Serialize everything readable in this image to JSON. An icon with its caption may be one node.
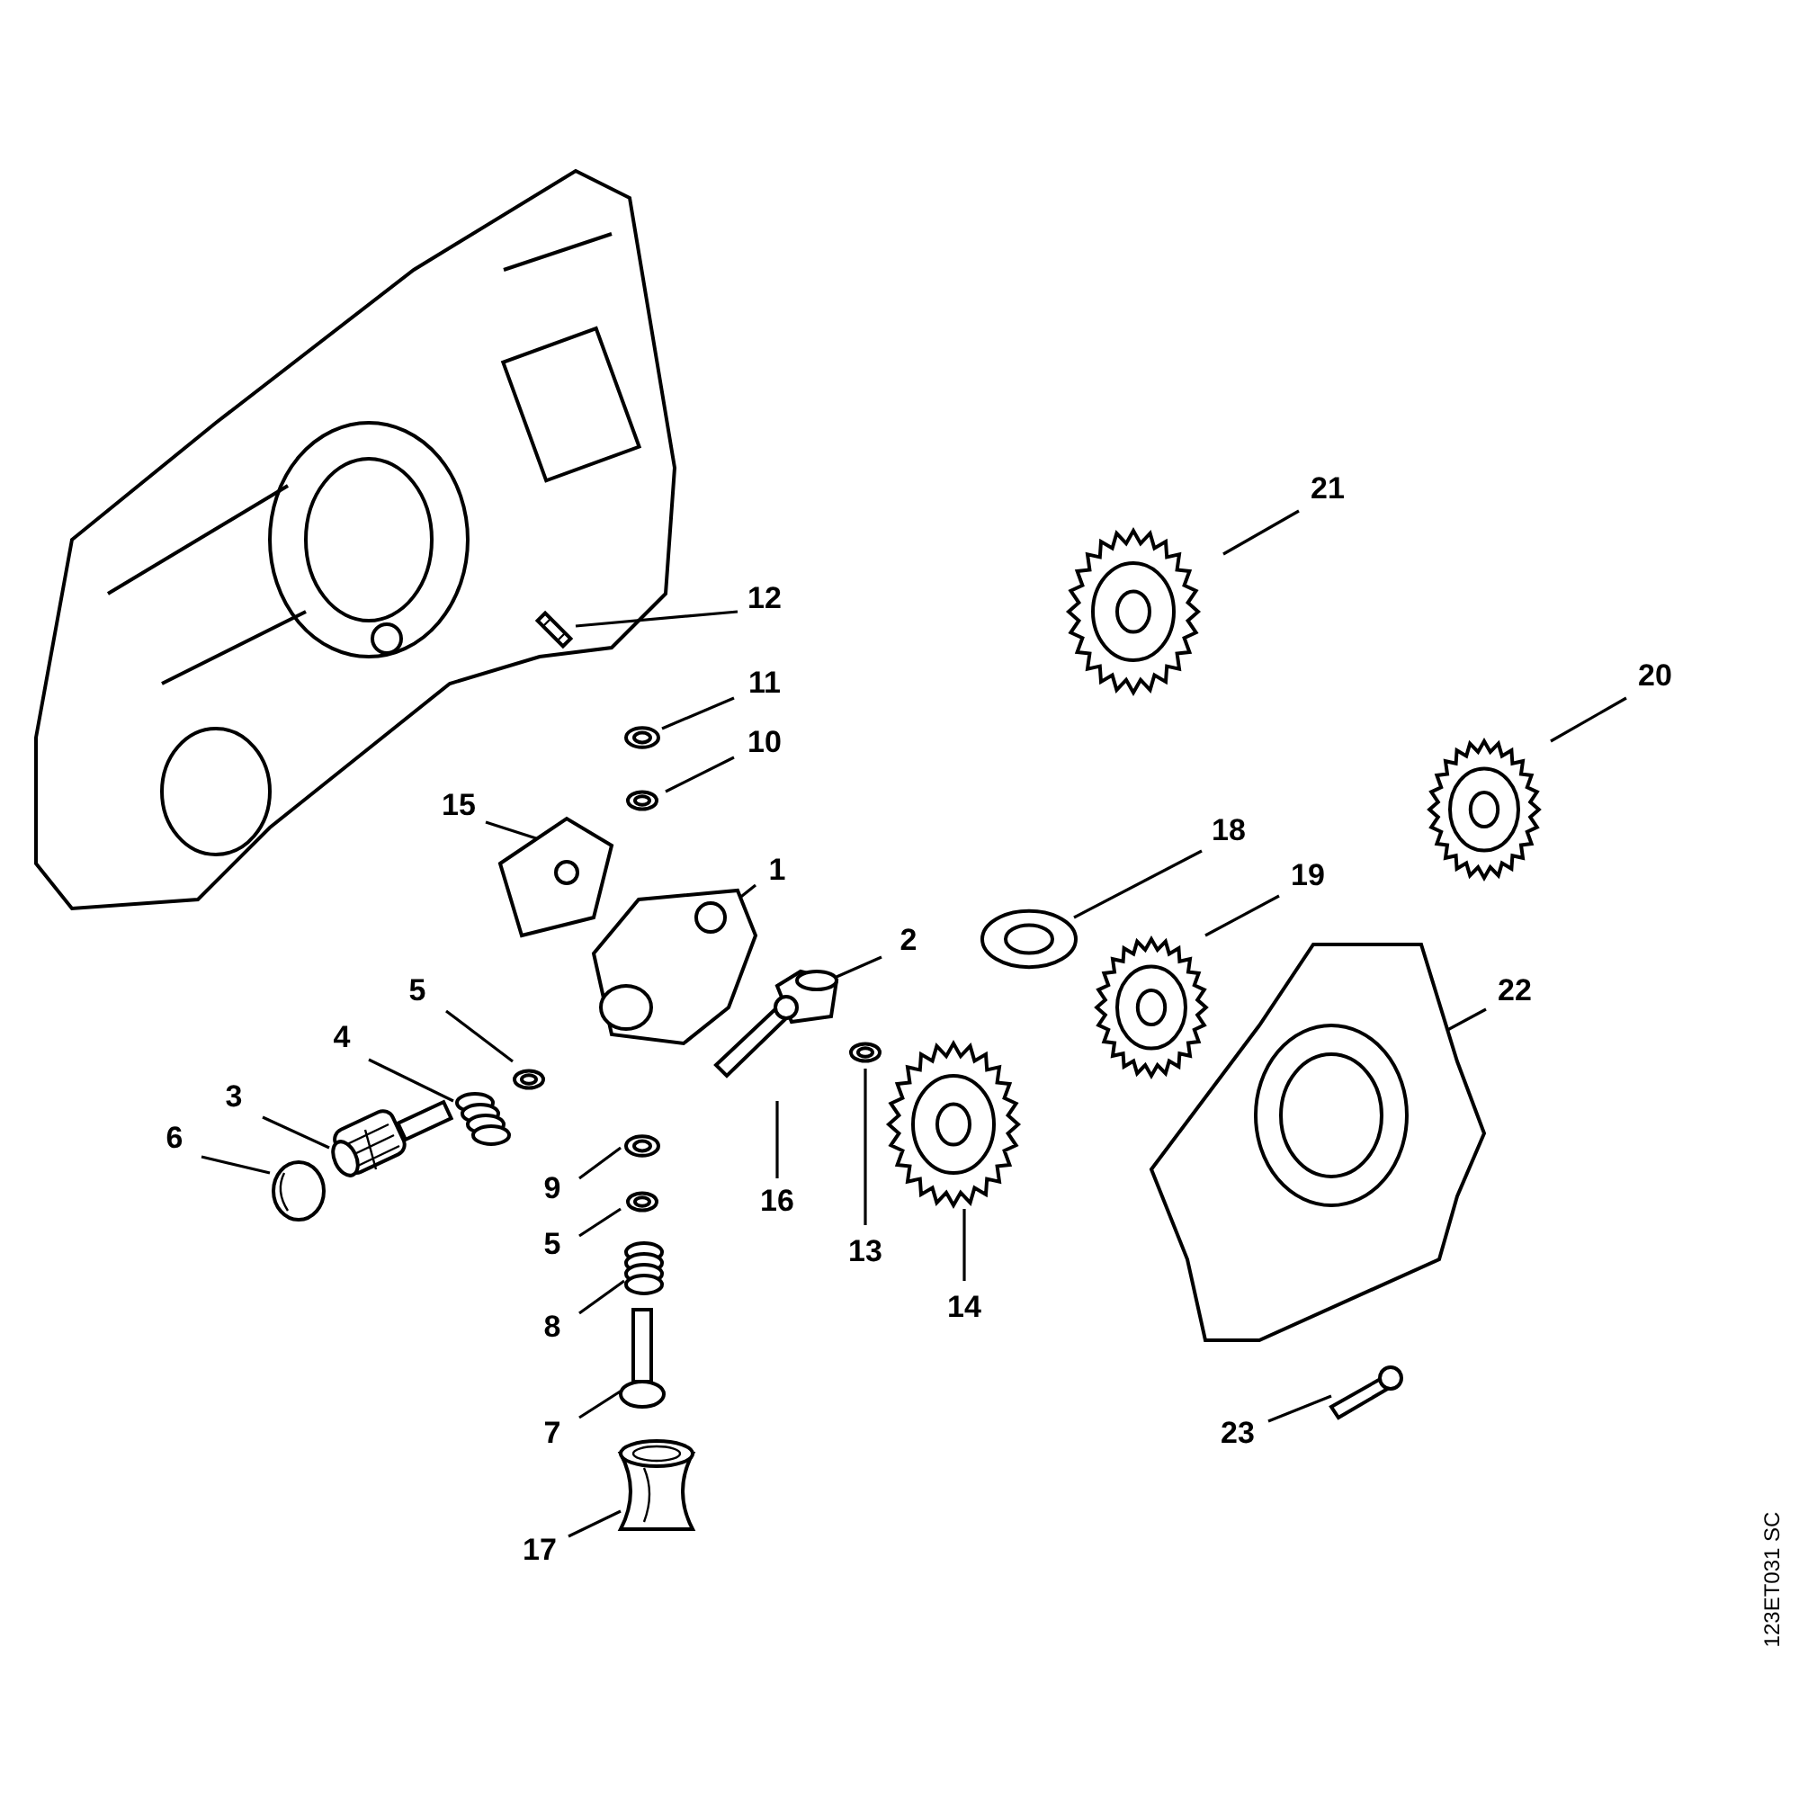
{
  "diagram": {
    "nodes": [
      {
        "text": [
          "21"
        ]
      },
      {
        "text": [
          "12"
        ]
      },
      {
        "text": [
          "20"
        ]
      },
      {
        "text": [
          "11"
        ]
      },
      {
        "text": [
          "10"
        ]
      },
      {
        "text": [
          "15"
        ]
      },
      {
        "text": [
          "18"
        ]
      },
      {
        "text": [
          "1"
        ]
      },
      {
        "text": [
          "19"
        ]
      },
      {
        "text": [
          "2"
        ]
      },
      {
        "text": [
          "22"
        ]
      },
      {
        "text": [
          "5"
        ]
      },
      {
        "text": [
          "4"
        ]
      },
      {
        "text": [
          "3"
        ]
      },
      {
        "text": [
          "6"
        ]
      },
      {
        "text": [
          "9"
        ]
      },
      {
        "text": [
          "16"
        ]
      },
      {
        "text": [
          "5"
        ]
      },
      {
        "text": [
          "13"
        ]
      },
      {
        "text": [
          "14"
        ]
      },
      {
        "text": [
          "8"
        ]
      },
      {
        "text": [
          "7"
        ]
      },
      {
        "text": [
          "23"
        ]
      },
      {
        "text": [
          "17"
        ]
      },
      {
        "text": [],
        "shape": "picture"
      },
      {
        "text": [],
        "shape": "picture"
      },
      {
        "text": [],
        "shape": "picture"
      },
      {
        "text": [],
        "shape": "picture"
      },
      {
        "text": [],
        "shape": "picture"
      },
      {
        "text": [],
        "shape": "picture"
      },
      {
        "text": [],
        "shape": "picture"
      },
      {
        "text": [],
        "shape": "picture"
      },
      {
        "text": [],
        "shape": "picture"
      },
      {
        "text": [],
        "shape": "picture"
      },
      {
        "text": [],
        "shape": "picture"
      },
      {
        "text": [],
        "shape": "picture"
      },
      {
        "text": [],
        "shape": "picture"
      },
      {
        "text": [],
        "shape": "picture"
      },
      {
        "text": [],
        "shape": "picture"
      },
      {
        "text": [],
        "shape": "picture"
      },
      {
        "text": [],
        "shape": "picture"
      },
      {
        "text": [],
        "shape": "picture"
      },
      {
        "text": [],
        "shape": "picture"
      },
      {
        "text": [],
        "shape": "picture"
      },
      {
        "text": [],
        "shape": "picture"
      },
      {
        "text": [],
        "shape": "picture"
      },
      {
        "text": [],
        "shape": "picture"
      },
      {
        "text": [],
        "shape": "picture"
      }
    ],
    "edges": [
      {
        "from": 0,
        "to": 24,
        "arrow": "none"
      },
      {
        "from": 1,
        "to": 25,
        "arrow": "none"
      },
      {
        "from": 2,
        "to": 26,
        "arrow": "none"
      },
      {
        "from": 3,
        "to": 27,
        "arrow": "none"
      },
      {
        "from": 4,
        "to": 28,
        "arrow": "none"
      },
      {
        "from": 5,
        "to": 29,
        "arrow": "none"
      },
      {
        "from": 6,
        "to": 30,
        "arrow": "none"
      },
      {
        "from": 7,
        "to": 31,
        "arrow": "none"
      },
      {
        "from": 8,
        "to": 32,
        "arrow": "none"
      },
      {
        "from": 9,
        "to": 33,
        "arrow": "none"
      },
      {
        "from": 10,
        "to": 34,
        "arrow": "none"
      },
      {
        "from": 11,
        "to": 35,
        "arrow": "none"
      },
      {
        "from": 12,
        "to": 36,
        "arrow": "none"
      },
      {
        "from": 13,
        "to": 37,
        "arrow": "none"
      },
      {
        "from": 14,
        "to": 38,
        "arrow": "none"
      },
      {
        "from": 15,
        "to": 39,
        "arrow": "none"
      },
      {
        "from": 16,
        "to": 40,
        "arrow": "none"
      },
      {
        "from": 17,
        "to": 41,
        "arrow": "none"
      },
      {
        "from": 18,
        "to": 42,
        "arrow": "none"
      },
      {
        "from": 19,
        "to": 43,
        "arrow": "none"
      },
      {
        "from": 20,
        "to": 44,
        "arrow": "none"
      },
      {
        "from": 21,
        "to": 45,
        "arrow": "none"
      },
      {
        "from": 22,
        "to": 46,
        "arrow": "none"
      },
      {
        "from": 23,
        "to": 47,
        "arrow": "none"
      }
    ],
    "labels": [
      "123ET031 SC"
    ]
  }
}
